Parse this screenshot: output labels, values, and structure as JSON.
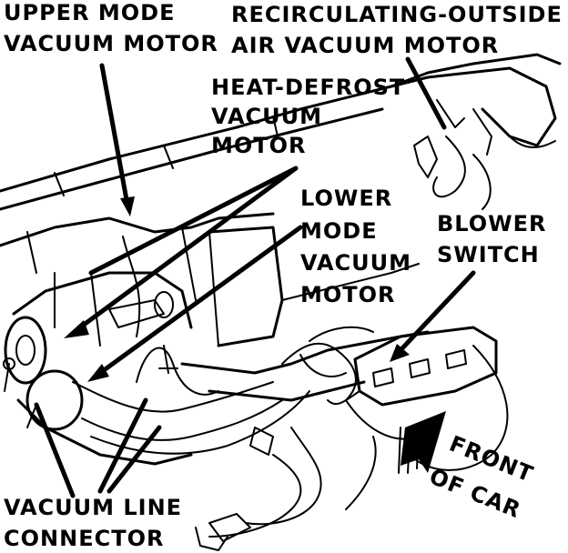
{
  "labels": {
    "upper_mode_1": "UPPER MODE",
    "upper_mode_2": "VACUUM MOTOR",
    "recirc_1": "RECIRCULATING-OUTSIDE",
    "recirc_2": "AIR VACUUM MOTOR",
    "heat_defrost_1": "HEAT-DEFROST",
    "heat_defrost_2": "VACUUM",
    "heat_defrost_3": "MOTOR",
    "lower_mode_1": "LOWER",
    "lower_mode_2": "MODE",
    "lower_mode_3": "VACUUM",
    "lower_mode_4": "MOTOR",
    "blower_1": "BLOWER",
    "blower_2": "SWITCH",
    "front_1": "FRONT",
    "front_2": "OF CAR",
    "vacuum_line_1": "VACUUM LINE",
    "vacuum_line_2": "CONNECTOR"
  },
  "colors": {
    "ink": "#000000",
    "background": "#ffffff"
  }
}
